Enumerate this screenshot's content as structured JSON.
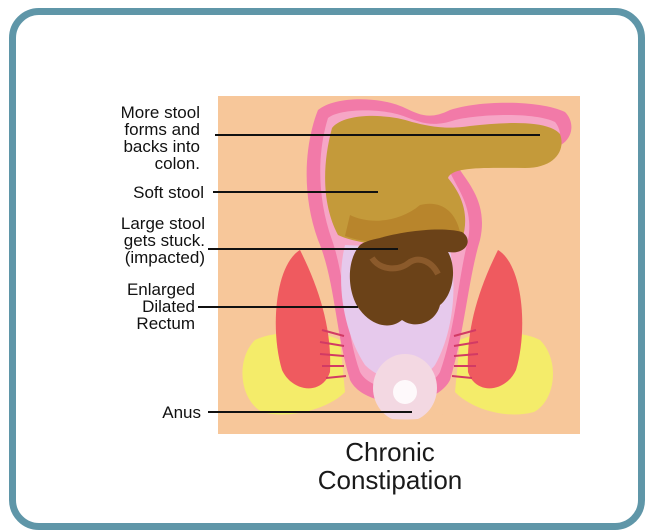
{
  "diagram": {
    "labels": {
      "more_stool": "More stool\nforms and\nbacks into\ncolon.",
      "soft_stool": "Soft stool",
      "large_stool": "Large stool\ngets stuck.\n(impacted)",
      "enlarged_rectum": "Enlarged\nDilated\nRectum",
      "anus": "Anus"
    },
    "title_line1": "Chronic",
    "title_line2": "Constipation"
  },
  "colors": {
    "frame": "#5f96a8",
    "background_panel": "#f7c79a",
    "colon_wall": "#f27aa8",
    "stool_soft": "#c49a3a",
    "stool_impacted": "#6b4218",
    "muscle": "#ef5a5f",
    "fat": "#f4ec6a"
  }
}
